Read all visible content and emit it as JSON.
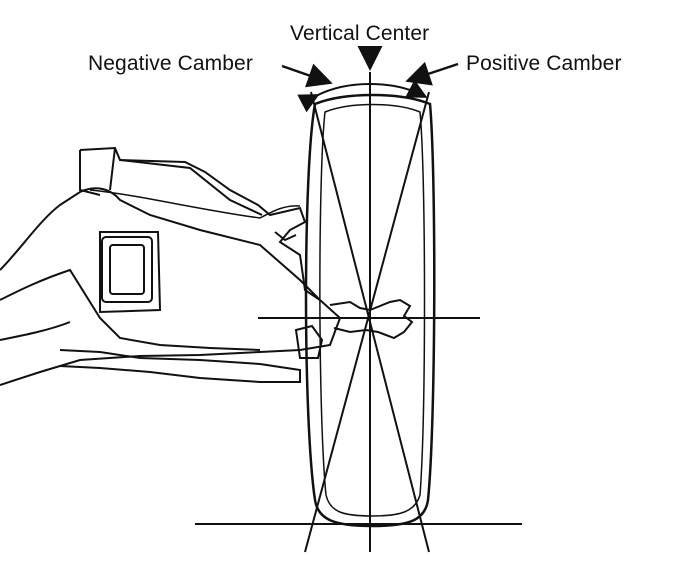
{
  "labels": {
    "vertical_center": "Vertical Center",
    "negative_camber": "Negative Camber",
    "positive_camber": "Positive Camber"
  },
  "colors": {
    "ink": "#111111",
    "background": "#ffffff"
  }
}
